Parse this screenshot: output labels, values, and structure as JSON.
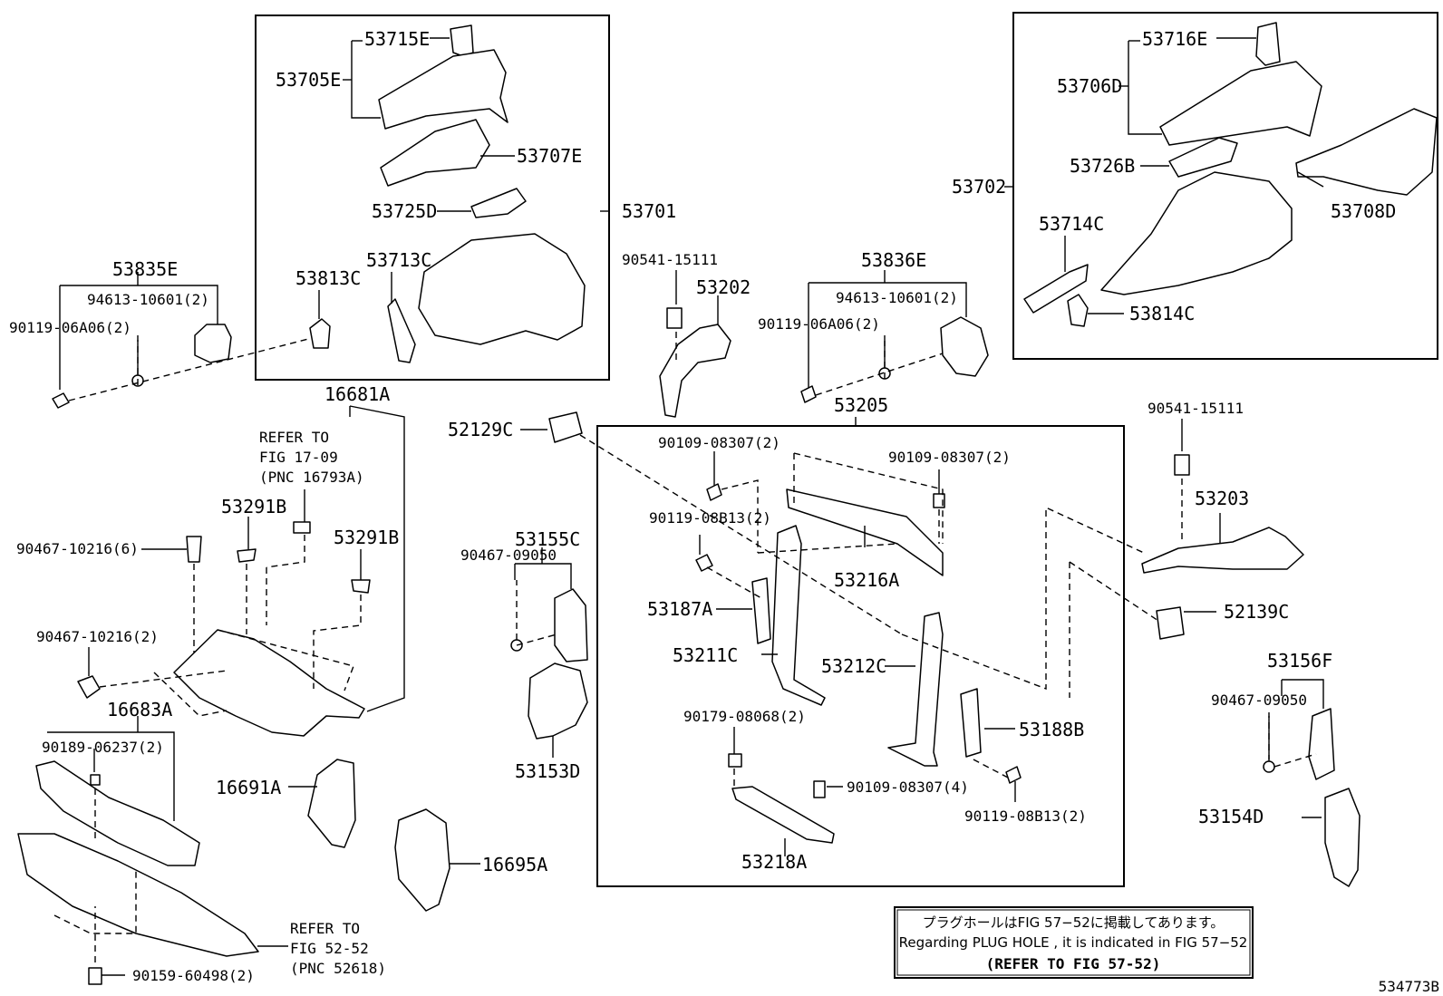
{
  "diagram_id": "534773B",
  "parts": {
    "p53715E": "53715E",
    "p53705E": "53705E",
    "p53707E": "53707E",
    "p53725D": "53725D",
    "p53701": "53701",
    "p53813C": "53813C",
    "p53713C": "53713C",
    "p53716E": "53716E",
    "p53706D": "53706D",
    "p53726B": "53726B",
    "p53702": "53702",
    "p53708D": "53708D",
    "p53714C": "53714C",
    "p53814C": "53814C",
    "p53835E": "53835E",
    "p94613_l": "94613-10601(2)",
    "p90119_06A06_l": "90119-06A06(2)",
    "p90541_l": "90541-15111",
    "p53202": "53202",
    "p53836E": "53836E",
    "p94613_r": "94613-10601(2)",
    "p90119_06A06_r": "90119-06A06(2)",
    "p16681A": "16681A",
    "p53205": "53205",
    "p52129C": "52129C",
    "p90109_a": "90109-08307(2)",
    "p90109_b": "90109-08307(2)",
    "p90541_r": "90541-15111",
    "p53291B_a": "53291B",
    "p53291B_b": "53291B",
    "p90119_08B13_a": "90119-08B13(2)",
    "p53203": "53203",
    "p90467_10216_6": "90467-10216(6)",
    "p53155C": "53155C",
    "p90467_09050_a": "90467-09050",
    "p53216A": "53216A",
    "p53187A": "53187A",
    "p52139C": "52139C",
    "p90467_10216_2": "90467-10216(2)",
    "p53211C": "53211C",
    "p53212C": "53212C",
    "p53156F": "53156F",
    "p90467_09050_b": "90467-09050",
    "p16683A": "16683A",
    "p90179": "90179-08068(2)",
    "p53188B": "53188B",
    "p90189": "90189-06237(2)",
    "p53153D": "53153D",
    "p16691A": "16691A",
    "p90109_c": "90109-08307(4)",
    "p90119_08B13_b": "90119-08B13(2)",
    "p53154D": "53154D",
    "p53218A": "53218A",
    "p16695A": "16695A",
    "p90159": "90159-60498(2)"
  },
  "refs": {
    "ref1_l1": "REFER TO",
    "ref1_l2": "FIG 17-09",
    "ref1_l3": "(PNC 16793A)",
    "ref2_l1": "REFER TO",
    "ref2_l2": "FIG 52-52",
    "ref2_l3": "(PNC 52618)"
  },
  "note": {
    "jp": "プラグホールはFIG 57−52に掲載してあります。",
    "en": "Regarding  PLUG  HOLE , it is indicated in FIG  57−52",
    "ref": "(REFER TO FIG 57-52)"
  }
}
